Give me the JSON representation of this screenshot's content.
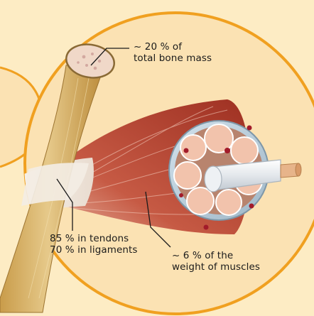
{
  "annotations": {
    "bone": {
      "line1": "~ 20 % of",
      "line2": "total bone mass"
    },
    "tendons": {
      "line1": "85 % in tendons",
      "line2": "70 % in ligaments"
    },
    "muscles": {
      "line1": "~ 6 % of the",
      "line2": "weight of muscles"
    }
  },
  "colors": {
    "page_background": "#fdecc4",
    "circle_fill": "#fbe2b3",
    "circle_border": "#f0a020",
    "bone": "#d7b56a",
    "bone_marrow": "#e9c2b8",
    "muscle": "#b8432f",
    "fascicle": "#f2c7b2",
    "sheath": "#b9cdda",
    "tendon": "#f4f1ec"
  }
}
